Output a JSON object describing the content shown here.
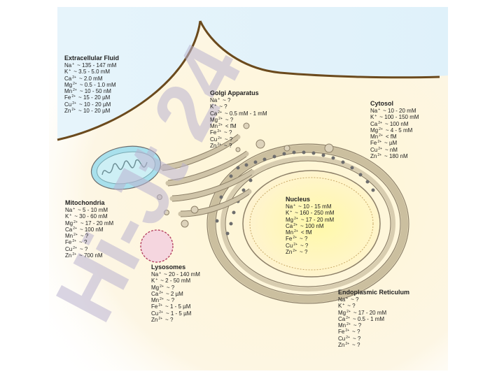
{
  "watermark": {
    "text": "Hi-Jt 24",
    "color": "#b9b2d0"
  },
  "colors": {
    "cytosol": "#fdf5dc",
    "extracellular": "#e4f3fb",
    "membrane": "#6b4a1d",
    "nucleus": "#fff7b0",
    "mito": "#a8e0ec",
    "lysosome": "#f5d6df"
  },
  "compartments": {
    "extracellular": {
      "title": "Extracellular Fluid",
      "lines": [
        {
          "ion": "Na",
          "ch": "+",
          "val": "~ 135 - 147 mM"
        },
        {
          "ion": "K",
          "ch": "+",
          "val": "~ 3.5 - 5.0 mM"
        },
        {
          "ion": "Ca",
          "ch": "2+",
          "val": "~ 2.0 mM"
        },
        {
          "ion": "Mg",
          "ch": "2+",
          "val": "~ 0.5 - 1.0 mM"
        },
        {
          "ion": "Mn",
          "ch": "2+",
          "val": "~ 10 - 50 nM"
        },
        {
          "ion": "Fe",
          "ch": "2+",
          "val": "~ 15 - 20 µM"
        },
        {
          "ion": "Cu",
          "ch": "2+",
          "val": "~ 10 - 20 µM"
        },
        {
          "ion": "Zn",
          "ch": "2+",
          "val": "~ 10 - 20 µM"
        }
      ]
    },
    "golgi": {
      "title": "Golgi Apparatus",
      "lines": [
        {
          "ion": "Na",
          "ch": "+",
          "val": "~ ?"
        },
        {
          "ion": "K",
          "ch": "+",
          "val": "~ ?"
        },
        {
          "ion": "Ca",
          "ch": "2+",
          "val": "~ 0.5 mM - 1 mM"
        },
        {
          "ion": "Mg",
          "ch": "2+",
          "val": "~ ?"
        },
        {
          "ion": "Mn",
          "ch": "2+",
          "val": "< fM"
        },
        {
          "ion": "Fe",
          "ch": "2+",
          "val": "~ ?"
        },
        {
          "ion": "Cu",
          "ch": "2+",
          "val": "~ ?"
        },
        {
          "ion": "Zn",
          "ch": "2+",
          "val": "~ ?"
        }
      ]
    },
    "cytosol": {
      "title": "Cytosol",
      "lines": [
        {
          "ion": "Na",
          "ch": "+",
          "val": "~ 10 - 20 mM"
        },
        {
          "ion": "K",
          "ch": "+",
          "val": "~ 100 - 150 mM"
        },
        {
          "ion": "Ca",
          "ch": "2+",
          "val": "~ 100 nM"
        },
        {
          "ion": "Mg",
          "ch": "2+",
          "val": "~ 4 - 5 mM"
        },
        {
          "ion": "Mn",
          "ch": "2+",
          "val": "< fM"
        },
        {
          "ion": "Fe",
          "ch": "2+",
          "val": "~ µM"
        },
        {
          "ion": "Cu",
          "ch": "2+",
          "val": "~ nM"
        },
        {
          "ion": "Zn",
          "ch": "2+",
          "val": "~ 180 nM"
        }
      ]
    },
    "mitochondria": {
      "title": "Mitochondria",
      "lines": [
        {
          "ion": "Na",
          "ch": "+",
          "val": "~ 5 - 10 mM"
        },
        {
          "ion": "K",
          "ch": "+",
          "val": "~ 30 - 60 mM"
        },
        {
          "ion": "Mg",
          "ch": "2+",
          "val": "~ 17 - 20 mM"
        },
        {
          "ion": "Ca",
          "ch": "2+",
          "val": "~ 100 nM"
        },
        {
          "ion": "Mn",
          "ch": "2+",
          "val": "~ ?"
        },
        {
          "ion": "Fe",
          "ch": "2+",
          "val": "~ ?"
        },
        {
          "ion": "Cu",
          "ch": "2+",
          "val": "~ ?"
        },
        {
          "ion": "Zn",
          "ch": "2+",
          "val": "~ 700 nM"
        }
      ]
    },
    "nucleus": {
      "title": "Nucleus",
      "lines": [
        {
          "ion": "Na",
          "ch": "+",
          "val": "~ 10 - 15 mM"
        },
        {
          "ion": "K",
          "ch": "+",
          "val": "~ 160 - 250 mM"
        },
        {
          "ion": "Mg",
          "ch": "2+",
          "val": "~ 17 - 20 mM"
        },
        {
          "ion": "Ca",
          "ch": "2+",
          "val": "~ 100 nM"
        },
        {
          "ion": "Mn",
          "ch": "2+",
          "val": "< fM"
        },
        {
          "ion": "Fe",
          "ch": "2+",
          "val": "~ ?"
        },
        {
          "ion": "Cu",
          "ch": "2+",
          "val": "~ ?"
        },
        {
          "ion": "Zn",
          "ch": "2+",
          "val": "~ ?"
        }
      ]
    },
    "lysosomes": {
      "title": "Lysosomes",
      "lines": [
        {
          "ion": "Na",
          "ch": "+",
          "val": "~ 20 - 140 mM"
        },
        {
          "ion": "K",
          "ch": "+",
          "val": "~ 2 - 50 mM"
        },
        {
          "ion": "Mg",
          "ch": "2+",
          "val": "~ ?"
        },
        {
          "ion": "Ca",
          "ch": "2+",
          "val": "~ 2 µM"
        },
        {
          "ion": "Mn",
          "ch": "2+",
          "val": "~ ?"
        },
        {
          "ion": "Fe",
          "ch": "2+",
          "val": "~ 1 - 5 µM"
        },
        {
          "ion": "Cu",
          "ch": "2+",
          "val": "~ 1 - 5 µM"
        },
        {
          "ion": "Zn",
          "ch": "2+",
          "val": "~ ?"
        }
      ]
    },
    "er": {
      "title": "Endoplasmic Reticulum",
      "lines": [
        {
          "ion": "Na",
          "ch": "+",
          "val": "~ ?"
        },
        {
          "ion": "K",
          "ch": "+",
          "val": "~ ?"
        },
        {
          "ion": "Mg",
          "ch": "2+",
          "val": "~ 17 - 20 mM"
        },
        {
          "ion": "Ca",
          "ch": "2+",
          "val": "~ 0.5 - 1 mM"
        },
        {
          "ion": "Mn",
          "ch": "2+",
          "val": "~ ?"
        },
        {
          "ion": "Fe",
          "ch": "2+",
          "val": "~ ?"
        },
        {
          "ion": "Cu",
          "ch": "2+",
          "val": "~ ?"
        },
        {
          "ion": "Zn",
          "ch": "2+",
          "val": "~ ?"
        }
      ]
    }
  }
}
